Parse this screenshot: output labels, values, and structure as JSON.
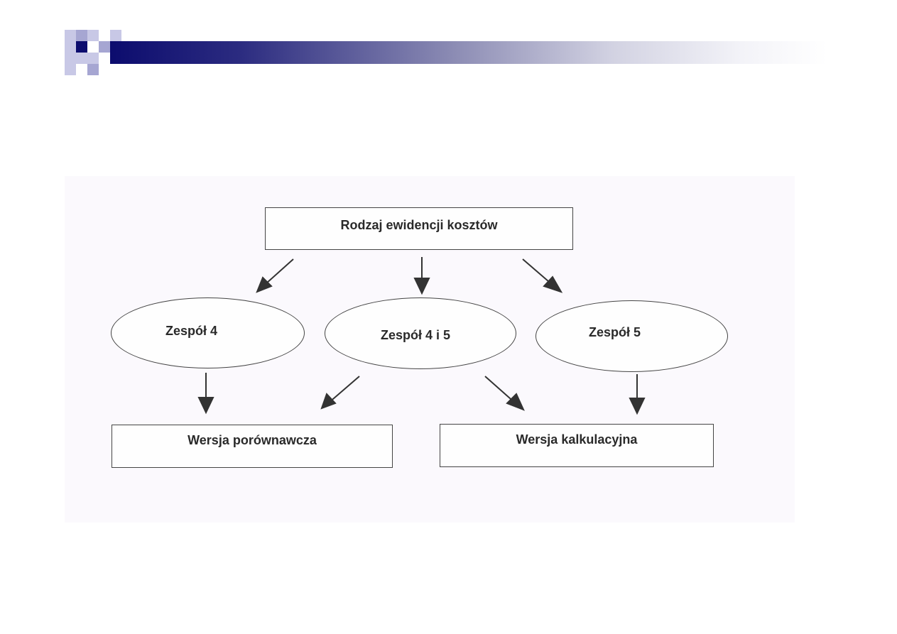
{
  "diagram": {
    "root": {
      "label": "Rodzaj ewidencji kosztów"
    },
    "groups": [
      {
        "label": "Zespół 4"
      },
      {
        "label": "Zespół 4 i 5"
      },
      {
        "label": "Zespół 5"
      }
    ],
    "versions": [
      {
        "label": "Wersja porównawcza"
      },
      {
        "label": "Wersja kalkulacyjna"
      }
    ]
  },
  "theme": {
    "header_dark": "#0c0c6e",
    "header_light": "#c8c8e6",
    "figure_background": "#fbf9fd",
    "outline": "#444444"
  }
}
